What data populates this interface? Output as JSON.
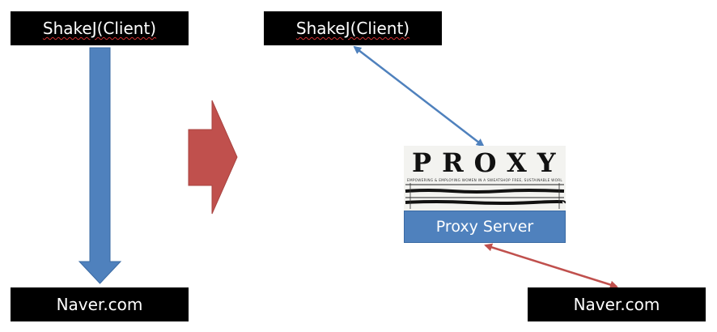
{
  "left": {
    "client_label": "ShakeJ(Client)",
    "server_label": "Naver.com"
  },
  "right": {
    "client_label": "ShakeJ(Client)",
    "proxy_logo_text": "PROXY",
    "proxy_logo_tagline": "EMPOWERING & EMPLOYING WOMEN IN A SWEATSHOP FREE, SUSTAINABLE WORLD",
    "proxy_server_label": "Proxy Server",
    "server_label": "Naver.com"
  },
  "colors": {
    "box_background": "#000000",
    "blue_arrow": "#4f81bd",
    "red_arrow": "#c0504d",
    "proxy_server_fill": "#4f81bd"
  }
}
